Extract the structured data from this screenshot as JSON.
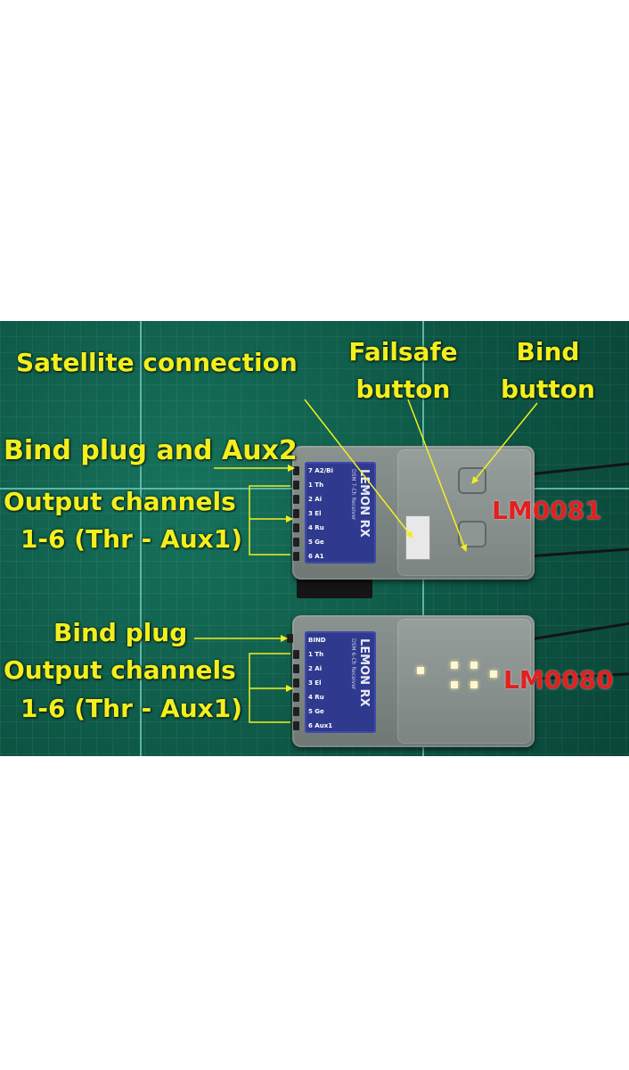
{
  "labels": {
    "satellite": "Satellite connection",
    "failsafe_1": "Failsafe",
    "failsafe_2": "button",
    "bind_1": "Bind",
    "bind_2": "button",
    "bind_aux2": "Bind plug and Aux2",
    "outputs_top_1": "Output channels",
    "outputs_top_2": "1-6 (Thr - Aux1)",
    "bind_plug": "Bind plug",
    "outputs_bottom_1": "Output channels",
    "outputs_bottom_2": "1-6 (Thr - Aux1)"
  },
  "models": {
    "top": "LM0081",
    "bottom": "LM0080"
  },
  "receivers": {
    "top": {
      "brand": "LEMON RX",
      "subtitle": "DSM 7-Ch Receiver",
      "pins": [
        "7 A2/Bi",
        "1 Th",
        "2 Ai",
        "3 El",
        "4 Ru",
        "5 Ge",
        "6 A1"
      ]
    },
    "bottom": {
      "brand": "LEMON RX",
      "subtitle": "DSM 6-Ch Receiver",
      "pins": [
        "BIND",
        "1 Th",
        "2 Ai",
        "3 El",
        "4 Ru",
        "5 Ge",
        "6 Aux1"
      ]
    }
  },
  "colors": {
    "label": "#f2ef1e",
    "model": "#e41f1f",
    "mat": "#0f5a48",
    "sticker": "#2f3a8f"
  }
}
